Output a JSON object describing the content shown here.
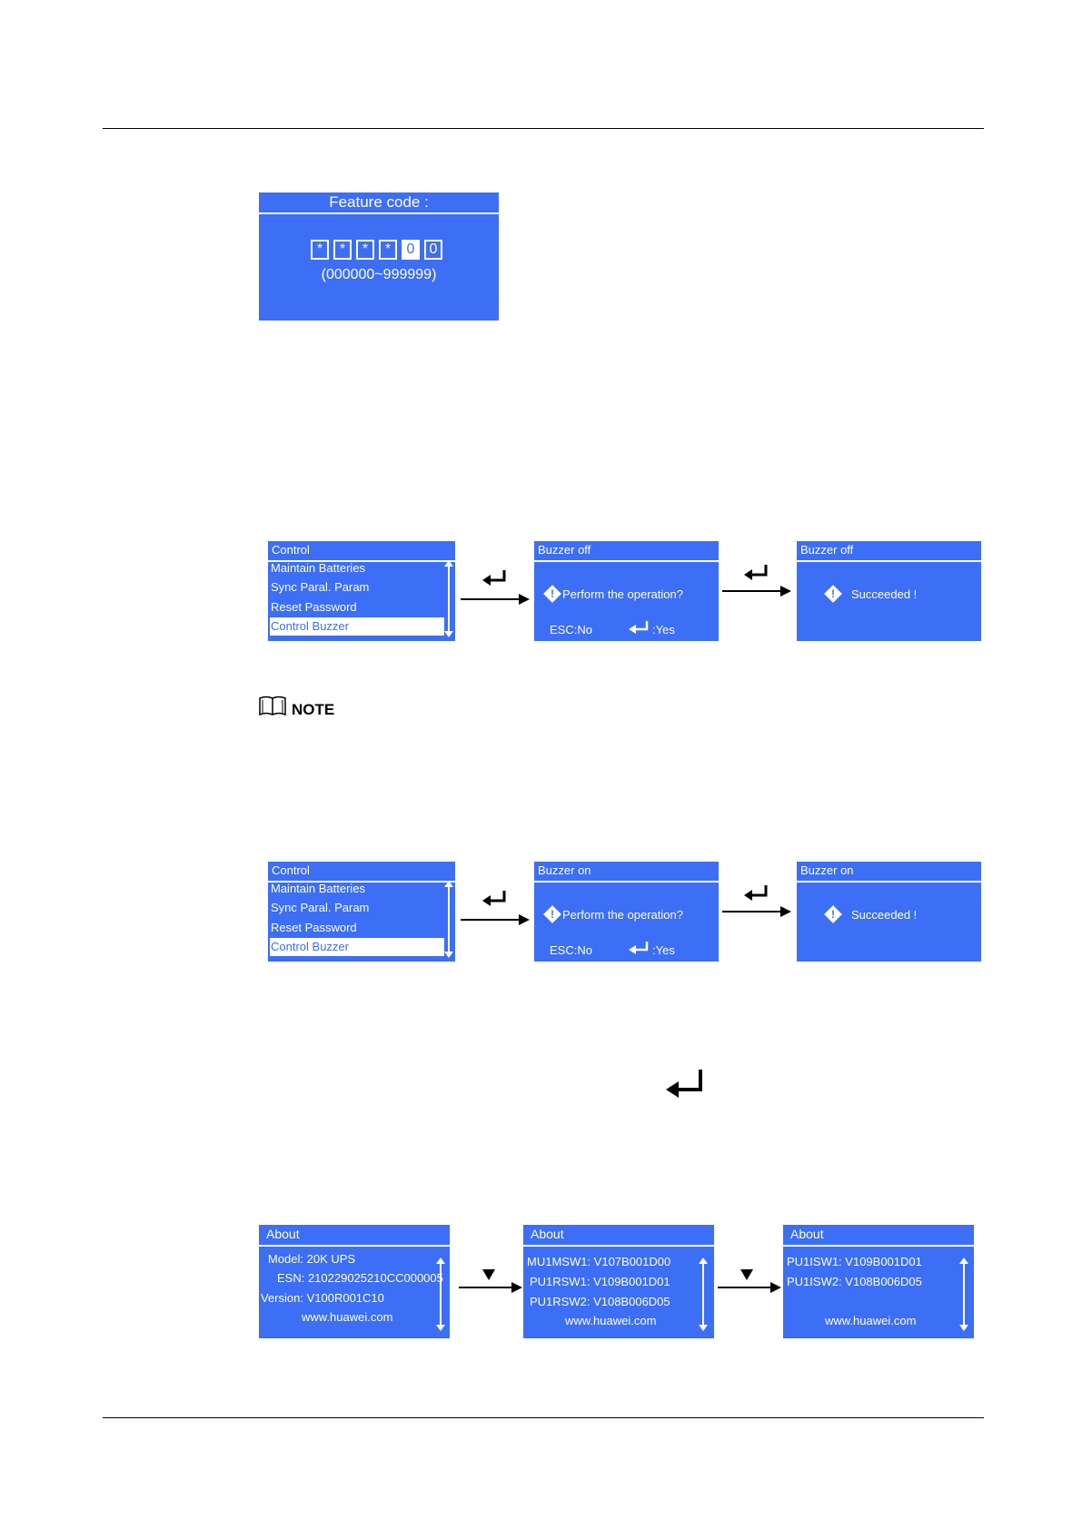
{
  "feature_screen": {
    "title": "Feature code :",
    "digits": [
      "*",
      "*",
      "*",
      "*",
      "0",
      "0"
    ],
    "range": "(000000~999999)"
  },
  "buzzer_off_flow": {
    "control_menu": {
      "title": "Control",
      "items": [
        "Maintain Batteries",
        "Sync Paral. Param",
        "Reset Password",
        "Control Buzzer"
      ],
      "selected_index": 3
    },
    "confirm": {
      "title": "Buzzer off",
      "message": "Perform the operation?",
      "esc": "ESC:No",
      "yes": ":Yes"
    },
    "result": {
      "title": "Buzzer off",
      "message": "Succeeded !"
    }
  },
  "note": {
    "label": "NOTE",
    "icon": "book-icon"
  },
  "buzzer_on_flow": {
    "control_menu": {
      "title": "Control",
      "items": [
        "Maintain Batteries",
        "Sync Paral. Param",
        "Reset Password",
        "Control Buzzer"
      ],
      "selected_index": 3
    },
    "confirm": {
      "title": "Buzzer on",
      "message": "Perform the operation?",
      "esc": "ESC:No",
      "yes": ":Yes"
    },
    "result": {
      "title": "Buzzer on",
      "message": "Succeeded !"
    }
  },
  "about_flow": {
    "screens": [
      {
        "title": "About",
        "lines": [
          "Model: 20K UPS",
          "ESN: 210229025210CC000005",
          "Version: V100R001C10",
          "www.huawei.com"
        ]
      },
      {
        "title": "About",
        "lines": [
          "MU1MSW1: V107B001D00",
          "PU1RSW1: V109B001D01",
          "PU1RSW2: V108B006D05",
          "www.huawei.com"
        ]
      },
      {
        "title": "About",
        "lines": [
          "PU1ISW1: V109B001D01",
          "PU1ISW2: V108B006D05",
          "www.huawei.com"
        ]
      }
    ]
  },
  "colors": {
    "screen_blue": "#3c6ef6",
    "screen_text": "#ffffff"
  }
}
